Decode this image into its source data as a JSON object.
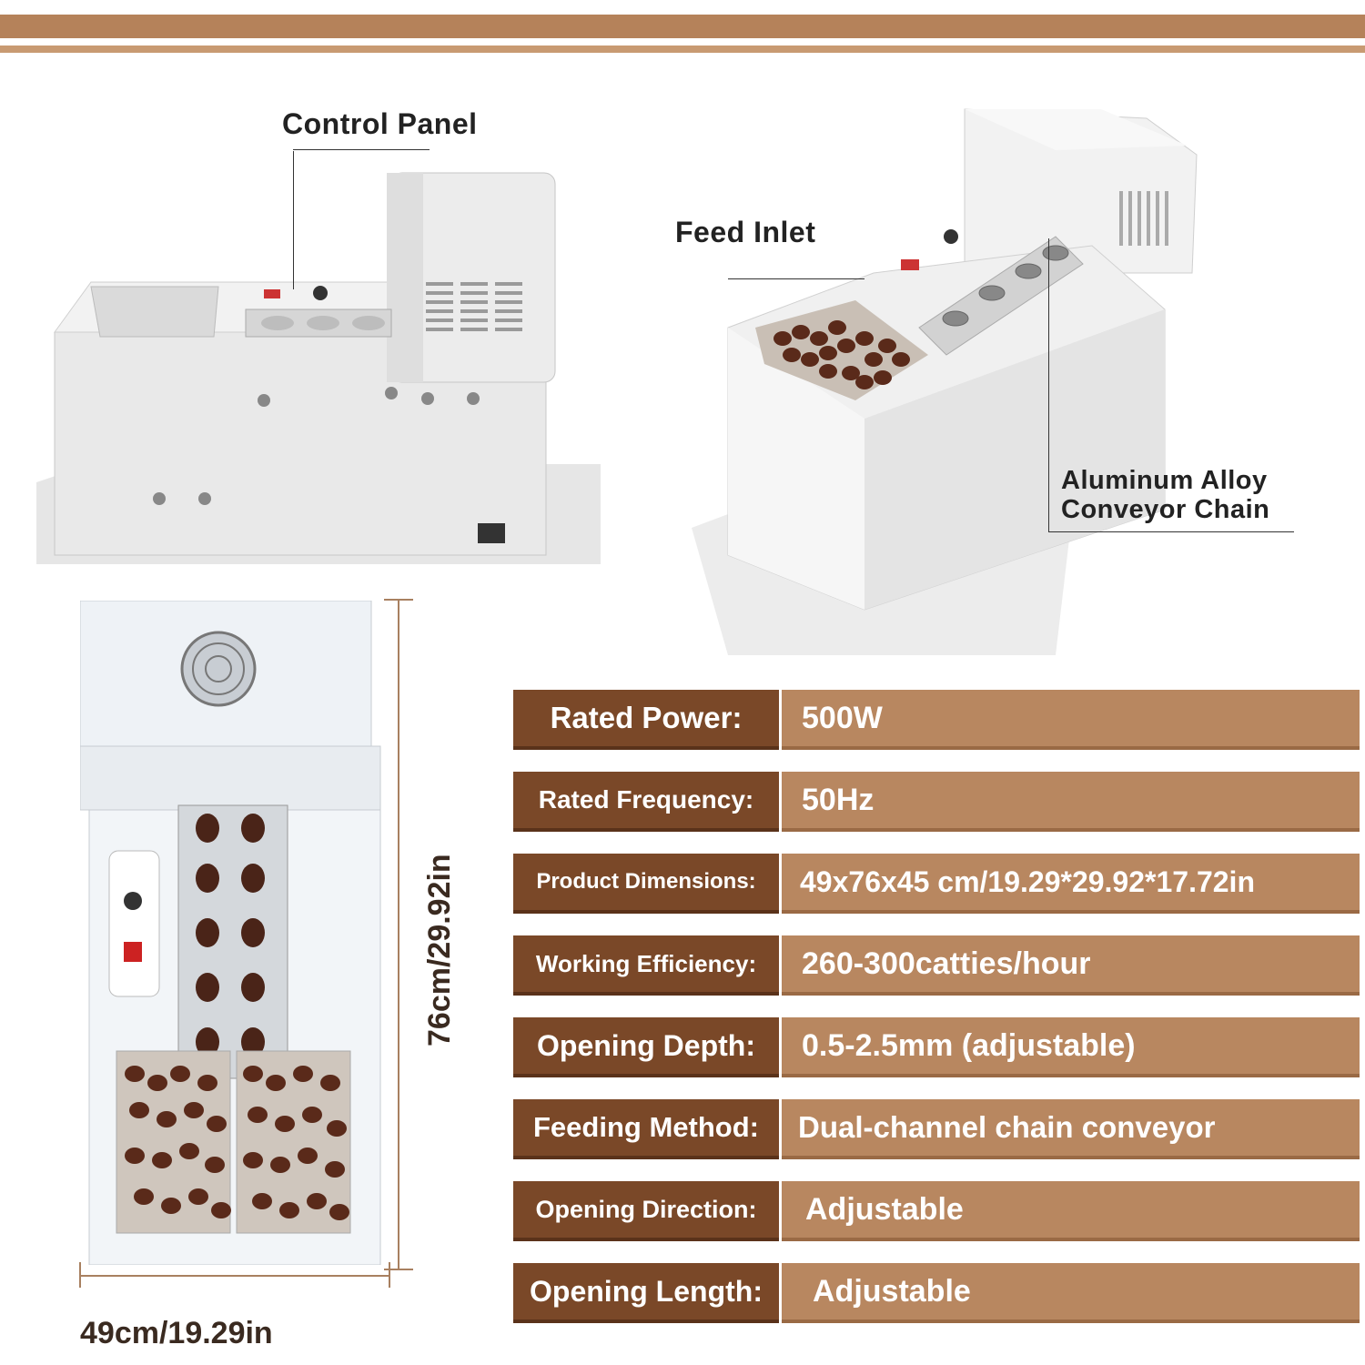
{
  "callouts": {
    "control_panel": "Control Panel",
    "feed_inlet": "Feed Inlet",
    "conveyor_chain_line1": "Aluminum Alloy",
    "conveyor_chain_line2": "Conveyor Chain"
  },
  "dimensions": {
    "height": "76cm/29.92in",
    "width": "49cm/19.29in"
  },
  "specs": [
    {
      "label": "Rated Power:",
      "value": "500W"
    },
    {
      "label": "Rated Frequency:",
      "value": "50Hz"
    },
    {
      "label": "Product Dimensions:",
      "value": "49x76x45 cm/19.29*29.92*17.72in"
    },
    {
      "label": "Working Efficiency:",
      "value": "260-300catties/hour"
    },
    {
      "label": "Opening Depth:",
      "value": "0.5-2.5mm (adjustable)"
    },
    {
      "label": "Feeding Method:",
      "value": "Dual-channel chain conveyor"
    },
    {
      "label": "Opening Direction:",
      "value": "Adjustable"
    },
    {
      "label": "Opening Length:",
      "value": "Adjustable"
    }
  ],
  "colors": {
    "stripe": "#b5825a",
    "label_bg": "#7a4828",
    "value_bg": "#b88760"
  }
}
